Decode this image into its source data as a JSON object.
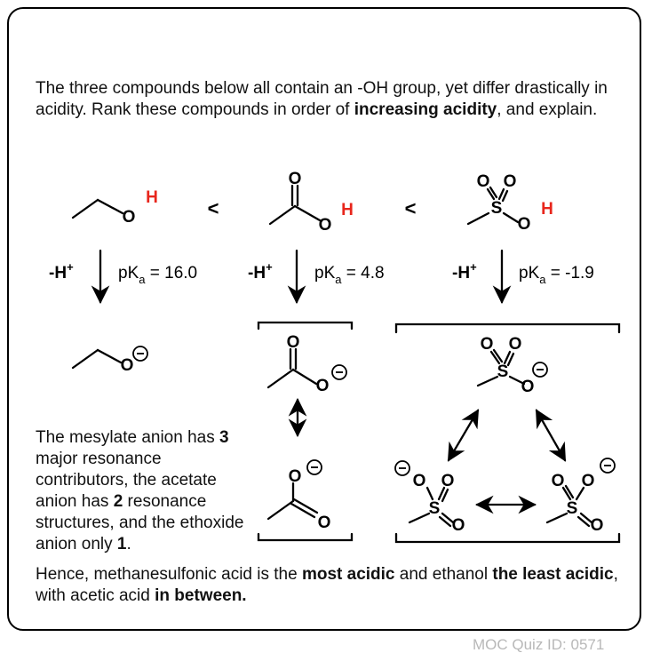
{
  "intro": {
    "part1": "The three compounds below all contain an -OH group, yet differ drastically in acidity. Rank these compounds in order of ",
    "bold1": "increasing acidity",
    "part2": ", and explain."
  },
  "ranking": {
    "less_than": "<"
  },
  "atoms": {
    "O": "O",
    "S": "S",
    "H": "H"
  },
  "deprotonation": {
    "label": "-H",
    "superscript": "+",
    "pka_prefix": "pK",
    "pka_subscript": "a",
    "pka_values": [
      " = 16.0",
      " = 4.8",
      " = -1.9"
    ]
  },
  "explanation": {
    "p1": "The mesylate anion has ",
    "b1": "3",
    "p2": " major resonance contributors, the acetate anion has ",
    "b2": "2",
    "p3": " resonance structures, and the ethoxide anion only ",
    "b3": "1",
    "p4": "."
  },
  "conclusion": {
    "p1": "Hence, methanesulfonic acid is the ",
    "b1": "most acidic",
    "p2": " and ethanol ",
    "b2": "the least acidic",
    "p3": ", with acetic acid ",
    "b3": "in between."
  },
  "footer": "MOC Quiz ID: 0571",
  "colors": {
    "hydrogen": "#e8261c",
    "footer": "#b8b8b8"
  }
}
